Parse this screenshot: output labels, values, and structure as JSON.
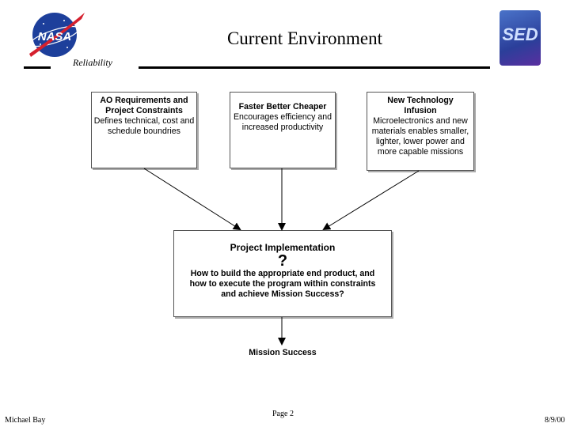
{
  "header": {
    "title": "Current Environment",
    "subtitle": "Reliability"
  },
  "logos": {
    "nasa_text": "NASA",
    "sed_text": "SED"
  },
  "diagram": {
    "box_ao": {
      "heading": "AO Requirements and Project Constraints",
      "body": "Defines technical, cost and schedule boundries"
    },
    "box_fbc": {
      "heading": "Faster Better Cheaper",
      "body": "Encourages efficiency and increased productivity"
    },
    "box_tech": {
      "heading": "New Technology Infusion",
      "body": "Microelectronics and new materials enables smaller, lighter, lower power and more capable missions"
    },
    "box_impl": {
      "heading": "Project Implementation",
      "question_mark": "?",
      "body": "How to build the appropriate end product, and how to execute the program within constraints and achieve Mission Success?"
    },
    "outcome": "Mission Success"
  },
  "footer": {
    "author": "Michael Bay",
    "page": "Page 2",
    "date": "8/9/00"
  },
  "colors": {
    "nasa_blue": "#1d3f9b",
    "nasa_red": "#d5202e",
    "sed_blue": "#3a55b5"
  }
}
